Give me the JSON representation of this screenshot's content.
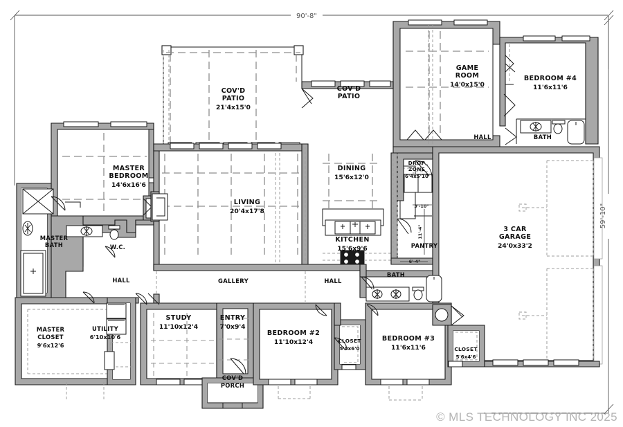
{
  "document": {
    "type": "architectural-floor-plan",
    "watermark": "© MLS TECHNOLOGY INC 2025"
  },
  "overall_dimensions": {
    "width_label": "90'-8\"",
    "height_label": "59'-10\""
  },
  "rooms": [
    {
      "id": "covd-patio-main",
      "name": "COV'D",
      "name2": "PATIO",
      "size": "21'4x15'0"
    },
    {
      "id": "covd-patio-rear",
      "name": "COV'D",
      "name2": "PATIO",
      "size": ""
    },
    {
      "id": "game-room",
      "name": "GAME",
      "name2": "ROOM",
      "size": "14'0x15'0"
    },
    {
      "id": "bedroom-4",
      "name": "BEDROOM  #4",
      "name2": "",
      "size": "11'6x11'6"
    },
    {
      "id": "hall-upper",
      "name": "HALL",
      "name2": "",
      "size": ""
    },
    {
      "id": "bath-upper",
      "name": "BATH",
      "name2": "",
      "size": ""
    },
    {
      "id": "master-bedroom",
      "name": "MASTER",
      "name2": "BEDROOM",
      "size": "14'6x16'6"
    },
    {
      "id": "dining",
      "name": "DINING",
      "name2": "",
      "size": "15'6x12'0"
    },
    {
      "id": "drop-zone",
      "name": "DROP",
      "name2": "ZONE",
      "size": "6'4x5'10"
    },
    {
      "id": "living",
      "name": "LIVING",
      "name2": "",
      "size": "20'4x17'8"
    },
    {
      "id": "kitchen",
      "name": "KITCHEN",
      "name2": "",
      "size": "15'6x9'6"
    },
    {
      "id": "pantry",
      "name": "PANTRY",
      "name2": "",
      "size": ""
    },
    {
      "id": "garage",
      "name": "3 CAR",
      "name2": "GARAGE",
      "size": "24'0x33'2"
    },
    {
      "id": "master-bath",
      "name": "MASTER",
      "name2": "BATH",
      "size": ""
    },
    {
      "id": "water-closet",
      "name": "W.C.",
      "name2": "",
      "size": ""
    },
    {
      "id": "hall-left",
      "name": "HALL",
      "name2": "",
      "size": ""
    },
    {
      "id": "gallery",
      "name": "GALLERY",
      "name2": "",
      "size": ""
    },
    {
      "id": "hall-center",
      "name": "HALL",
      "name2": "",
      "size": ""
    },
    {
      "id": "bath-center",
      "name": "BATH",
      "name2": "",
      "size": ""
    },
    {
      "id": "master-closet",
      "name": "MASTER",
      "name2": "CLOSET",
      "size": "9'6x12'6"
    },
    {
      "id": "utility",
      "name": "UTILITY",
      "name2": "",
      "size": "6'10x10'6"
    },
    {
      "id": "study",
      "name": "STUDY",
      "name2": "",
      "size": "11'10x12'4"
    },
    {
      "id": "entry",
      "name": "ENTRY",
      "name2": "",
      "size": "7'0x9'4"
    },
    {
      "id": "covd-porch",
      "name": "COV'D",
      "name2": "PORCH",
      "size": ""
    },
    {
      "id": "bedroom-2",
      "name": "BEDROOM #2",
      "name2": "",
      "size": "11'10x12'4"
    },
    {
      "id": "closet-2",
      "name": "CLOSET",
      "name2": "",
      "size": "5'0x6'0"
    },
    {
      "id": "bedroom-3",
      "name": "BEDROOM  #3",
      "name2": "",
      "size": "11'6x11'6"
    },
    {
      "id": "closet-3",
      "name": "CLOSET",
      "name2": "",
      "size": "5'6x4'6"
    }
  ],
  "interior_dimensions": [
    {
      "id": "pantry-depth",
      "label": "3'-10\""
    },
    {
      "id": "pantry-height",
      "label": "11'-4\""
    },
    {
      "id": "pantry-width",
      "label": "6'-4\""
    }
  ],
  "colors": {
    "line": "#1a1a1a",
    "wall_fill": "#9a9a9a",
    "grid": "#8d8d8d",
    "dimension": "#555555",
    "watermark": "#b4b4b4",
    "background": "#ffffff"
  }
}
